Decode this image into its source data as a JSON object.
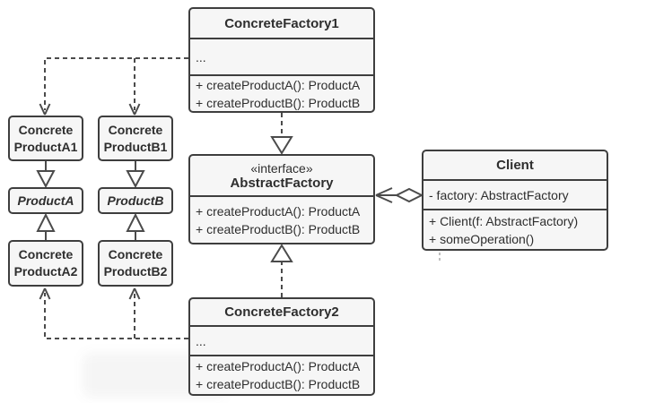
{
  "colors": {
    "box_border": "#3e3e3e",
    "box_fill": "#f6f6f6",
    "text": "#2e2e2e",
    "connector": "#4b4b4b",
    "background": "#ffffff"
  },
  "diagram_type": "UML class diagram — Abstract Factory pattern",
  "classes": {
    "concrete_factory_1": {
      "name": "ConcreteFactory1",
      "fields": "...",
      "method_1": "+ createProductA(): ProductA",
      "method_2": "+ createProductB(): ProductB"
    },
    "abstract_factory": {
      "stereotype": "«interface»",
      "name": "AbstractFactory",
      "method_1": "+ createProductA(): ProductA",
      "method_2": "+ createProductB(): ProductB"
    },
    "concrete_factory_2": {
      "name": "ConcreteFactory2",
      "fields": "...",
      "method_1": "+ createProductA(): ProductA",
      "method_2": "+ createProductB(): ProductB"
    },
    "client": {
      "name": "Client",
      "field_1": "- factory: AbstractFactory",
      "method_1": "+ Client(f: AbstractFactory)",
      "method_2": "+ someOperation()"
    },
    "concrete_product_a1": {
      "name_line_1": "Concrete",
      "name_line_2": "ProductA1"
    },
    "concrete_product_b1": {
      "name_line_1": "Concrete",
      "name_line_2": "ProductB1"
    },
    "product_a": {
      "name": "ProductA"
    },
    "product_b": {
      "name": "ProductB"
    },
    "concrete_product_a2": {
      "name_line_1": "Concrete",
      "name_line_2": "ProductA2"
    },
    "concrete_product_b2": {
      "name_line_1": "Concrete",
      "name_line_2": "ProductB2"
    }
  },
  "relationships": [
    {
      "from": "ConcreteFactory1",
      "to": "AbstractFactory",
      "type": "realization (dashed, hollow triangle)"
    },
    {
      "from": "ConcreteFactory2",
      "to": "AbstractFactory",
      "type": "realization (dashed, hollow triangle)"
    },
    {
      "from": "ConcreteFactory1",
      "to": "ConcreteProductA1",
      "type": "dependency (dashed, open arrow)"
    },
    {
      "from": "ConcreteFactory1",
      "to": "ConcreteProductB1",
      "type": "dependency (dashed, open arrow)"
    },
    {
      "from": "ConcreteFactory2",
      "to": "ConcreteProductA2",
      "type": "dependency (dashed, open arrow)"
    },
    {
      "from": "ConcreteFactory2",
      "to": "ConcreteProductB2",
      "type": "dependency (dashed, open arrow)"
    },
    {
      "from": "ConcreteProductA1",
      "to": "ProductA",
      "type": "realization (hollow triangle)"
    },
    {
      "from": "ConcreteProductA2",
      "to": "ProductA",
      "type": "realization (hollow triangle)"
    },
    {
      "from": "ConcreteProductB1",
      "to": "ProductB",
      "type": "realization (hollow triangle)"
    },
    {
      "from": "ConcreteProductB2",
      "to": "ProductB",
      "type": "realization (hollow triangle)"
    },
    {
      "from": "Client",
      "to": "AbstractFactory",
      "type": "aggregation (hollow diamond, open arrow)"
    }
  ]
}
